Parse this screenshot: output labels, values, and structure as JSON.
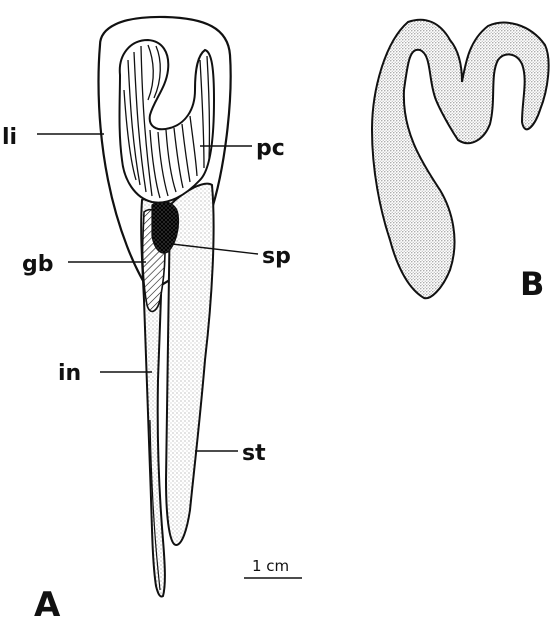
{
  "panels": [
    {
      "id": "A",
      "letter": "A"
    },
    {
      "id": "B",
      "letter": "B"
    }
  ],
  "labels": {
    "li": "li",
    "pc": "pc",
    "gb": "gb",
    "sp": "sp",
    "in": "in",
    "st": "st"
  },
  "scale_bar": {
    "text": "1 cm"
  },
  "colors": {
    "ink": "#111111",
    "stipple": "#9a9a9a",
    "paper": "#ffffff"
  }
}
